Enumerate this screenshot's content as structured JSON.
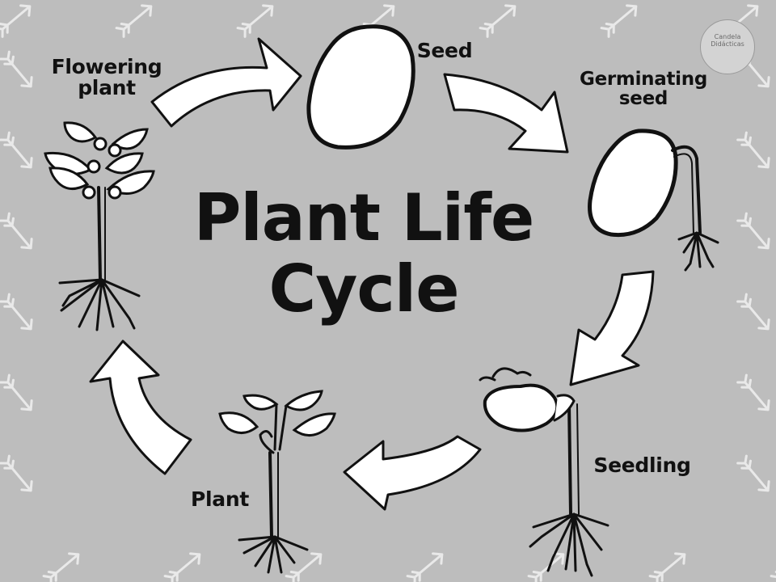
{
  "title": {
    "line1": "Plant Life",
    "line2": "Cycle"
  },
  "stages": {
    "seed": "Seed",
    "germinating_seed": "Germinating seed",
    "seedling": "Seedling",
    "plant": "Plant",
    "flowering_plant": "Flowering plant"
  },
  "logo": {
    "text": "Candela Didácticas"
  },
  "colors": {
    "background": "#bdbdbd",
    "pattern": "#e9e9e9",
    "ink": "#111111",
    "fill": "#ffffff"
  }
}
